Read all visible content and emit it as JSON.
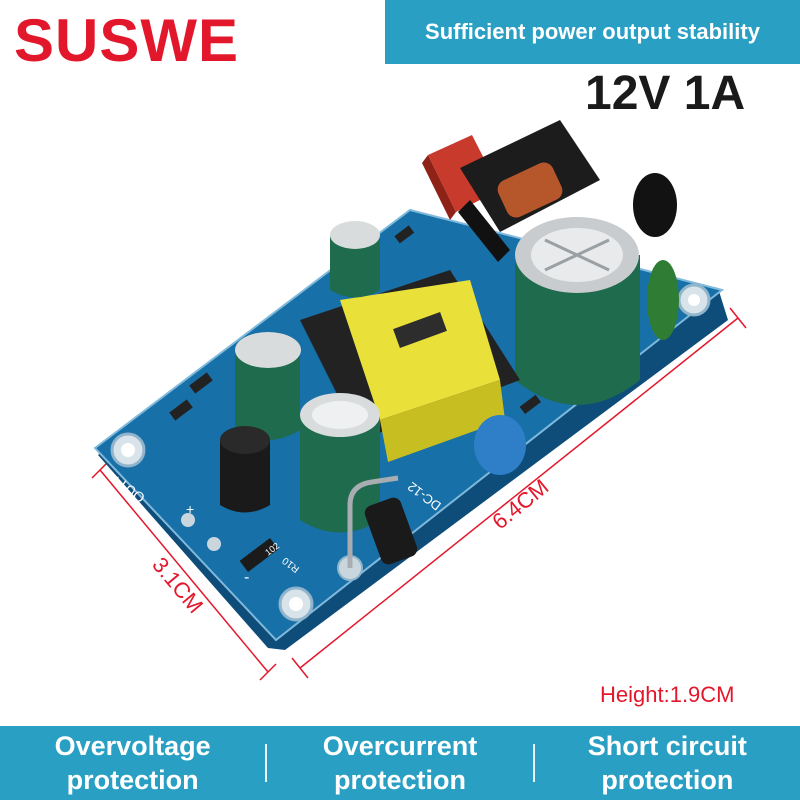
{
  "brand": {
    "name": "SUSWE",
    "color": "#e3172b"
  },
  "banner": {
    "text": "Sufficient power output stability",
    "bg": "#2a9fc4"
  },
  "rating": {
    "text": "12V 1A"
  },
  "dimensions": {
    "length": "6.4CM",
    "width": "3.1CM",
    "height": "Height:1.9CM",
    "color": "#e3172b"
  },
  "board": {
    "pcb_color": "#1870a8",
    "silkscreen": {
      "out": "OUT+",
      "module": "DC-12",
      "plus": "+",
      "minus": "-",
      "r10": "R10",
      "r102": "102"
    }
  },
  "footer": {
    "bg": "#2a9fc4",
    "features": [
      {
        "line1": "Overvoltage",
        "line2": "protection"
      },
      {
        "line1": "Overcurrent",
        "line2": "protection"
      },
      {
        "line1": "Short circuit",
        "line2": "protection"
      }
    ]
  }
}
